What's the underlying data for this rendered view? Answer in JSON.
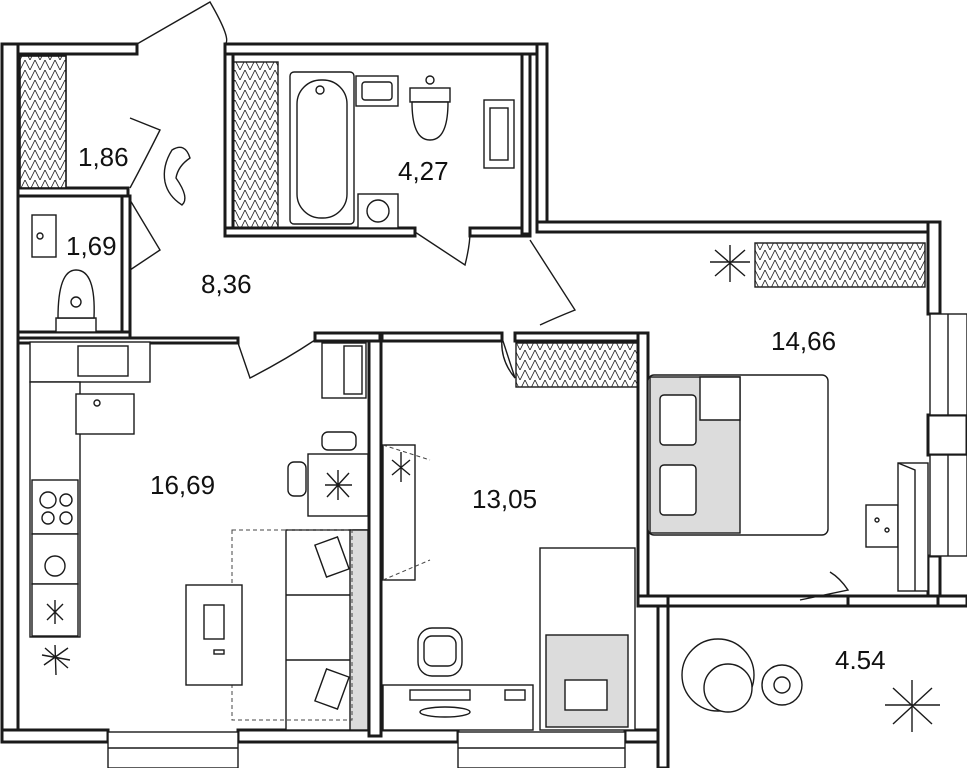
{
  "plan": {
    "rooms": [
      {
        "id": "storage",
        "area": "1,86"
      },
      {
        "id": "wc",
        "area": "1,69"
      },
      {
        "id": "hall",
        "area": "8,36"
      },
      {
        "id": "bathroom",
        "area": "4,27"
      },
      {
        "id": "bedroom",
        "area": "14,66"
      },
      {
        "id": "kitchen-living",
        "area": "16,69"
      },
      {
        "id": "room",
        "area": "13,05"
      },
      {
        "id": "balcony",
        "area": "4.54"
      }
    ],
    "icons": [
      "wardrobe-icon",
      "bathtub-icon",
      "sink-icon",
      "toilet-icon",
      "washing-machine-icon",
      "stove-icon",
      "kitchen-sink-icon",
      "dining-table-icon",
      "sofa-icon",
      "bed-icon",
      "desk-icon",
      "armchair-icon",
      "plant-icon",
      "dog-icon"
    ]
  }
}
